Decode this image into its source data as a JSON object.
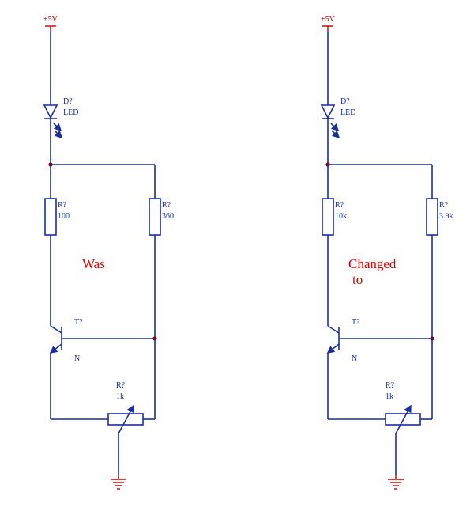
{
  "circuits": [
    {
      "supply": "+5V",
      "led": {
        "ref": "D?",
        "value": "LED"
      },
      "r1": {
        "ref": "R?",
        "value": "100"
      },
      "r2": {
        "ref": "R?",
        "value": "360"
      },
      "transistor": {
        "ref": "T?",
        "type": "N"
      },
      "pot": {
        "ref": "R?",
        "value": "1k"
      },
      "note": [
        "Was"
      ]
    },
    {
      "supply": "+5V",
      "led": {
        "ref": "D?",
        "value": "LED"
      },
      "r1": {
        "ref": "R?",
        "value": "10k"
      },
      "r2": {
        "ref": "R?",
        "value": "3.9k"
      },
      "transistor": {
        "ref": "T?",
        "type": "N"
      },
      "pot": {
        "ref": "R?",
        "value": "1k"
      },
      "note": [
        "Changed",
        "to"
      ]
    }
  ],
  "colors": {
    "wire": "#1a2f9e",
    "rail": "#c00000",
    "note": "#e00000",
    "junction": "#8b0000"
  }
}
